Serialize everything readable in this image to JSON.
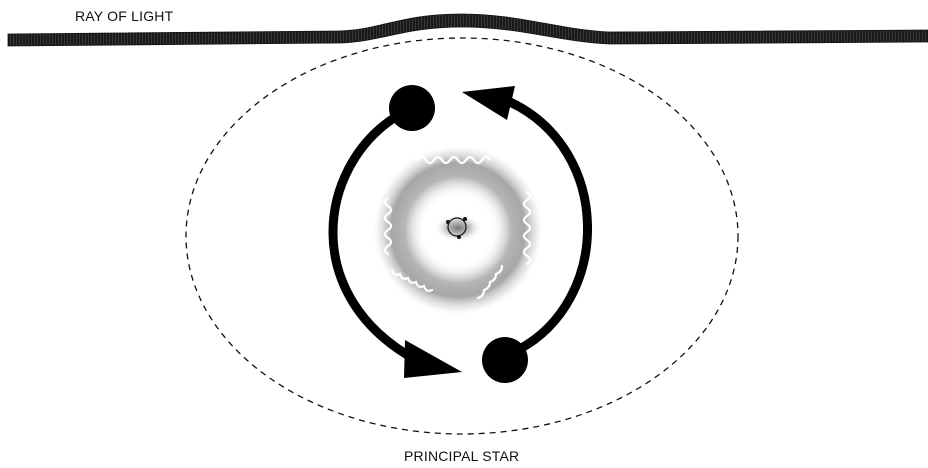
{
  "labels": {
    "ray": "RAY OF LIGHT",
    "star": "PRINCIPAL STAR"
  },
  "colors": {
    "ink": "#111111",
    "ray": "#1a1a1a",
    "halo": "#8a8a8a",
    "background": "#ffffff"
  },
  "icons": {
    "orbiting_body": "filled-circle",
    "arrow": "curved-arrow-head",
    "wave": "wavy-line"
  }
}
